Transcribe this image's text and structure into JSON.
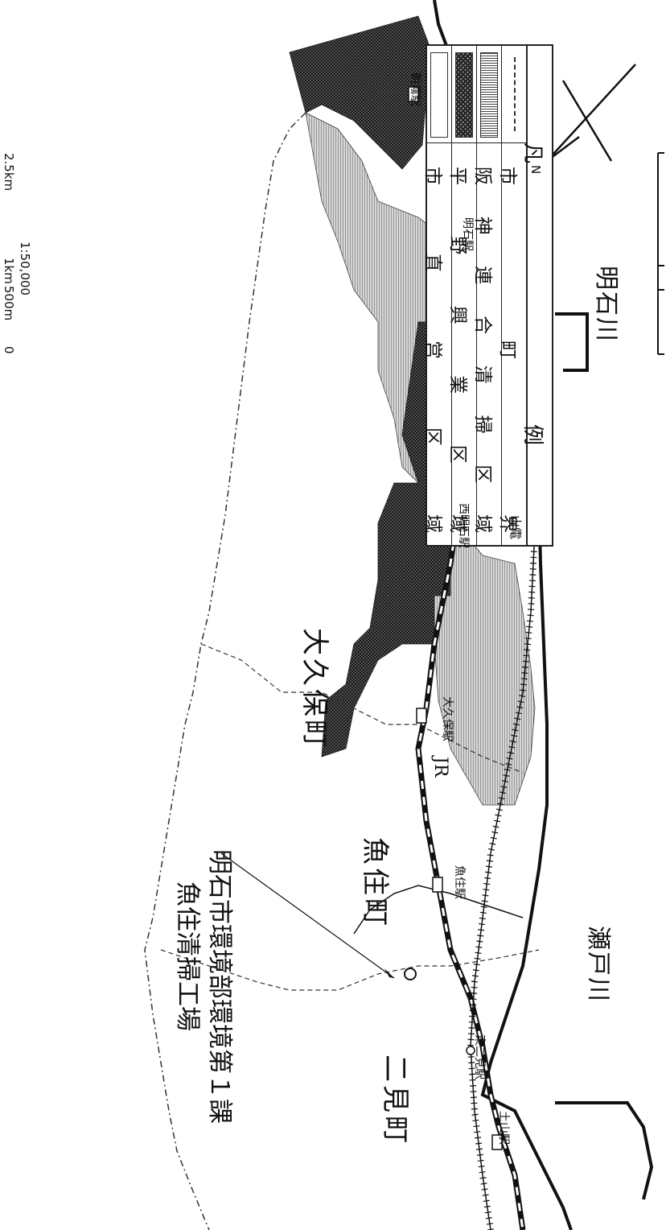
{
  "legend": {
    "title": [
      "凡",
      "例"
    ],
    "items": [
      {
        "pattern": "dash-dot-line",
        "label": "市町界"
      },
      {
        "pattern": "fine-hatch",
        "label": "阪神連合清掃区域"
      },
      {
        "pattern": "dense-crosshatch",
        "label": "平野興業区域"
      },
      {
        "pattern": "blank",
        "label": "市直営区域"
      }
    ]
  },
  "facility": {
    "line1": "明石市環境部環境第１課",
    "line2": "魚住清掃工場"
  },
  "towns": {
    "okubo": "大久保町",
    "uozumi": "魚住町",
    "futami": "二見町"
  },
  "rail": {
    "jr": "JR",
    "sanden": "山電"
  },
  "rivers": {
    "seto": "瀬戸川",
    "akashi": "明石川"
  },
  "stations": {
    "tsuchiyama": "土山駅",
    "uozumi": "魚住駅",
    "okubo": "大久保駅",
    "nishi_akashi": "西明石駅",
    "akashi": "明石駅",
    "asagiri": "朝霧駅",
    "higashi_futami": "東二見駅"
  },
  "scale": {
    "ratio": "1:50,000",
    "ticks": [
      "0",
      "500m",
      "1km",
      "2.5km"
    ]
  },
  "north_label": "N",
  "colors": {
    "ink": "#111111",
    "hanshin_fill": "#bdbdbd",
    "heiya_fill": "#555555",
    "paper": "#ffffff"
  }
}
